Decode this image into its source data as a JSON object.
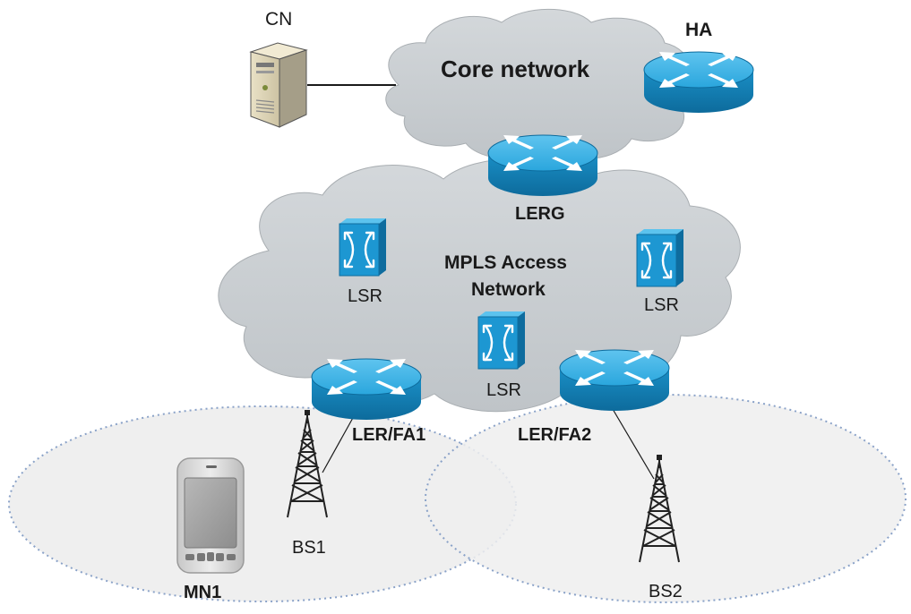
{
  "labels": {
    "cn": "CN",
    "ha": "HA",
    "core_network": "Core network",
    "lerg": "LERG",
    "mpls_line1": "MPLS Access",
    "mpls_line2": "Network",
    "lsr": "LSR",
    "ler_fa1": "LER/FA1",
    "ler_fa2": "LER/FA2",
    "bs1": "BS1",
    "bs2": "BS2",
    "mn1": "MN1"
  },
  "colors": {
    "cloud_fill": "#c9cdd0",
    "router_blue": "#1f9fd8",
    "coverage_fill": "#eeeeee",
    "coverage_stroke": "#8aa2c8"
  },
  "icons": [
    "server-icon",
    "router-icon",
    "lsr-switch-icon",
    "cell-tower-icon",
    "mobile-phone-icon"
  ]
}
